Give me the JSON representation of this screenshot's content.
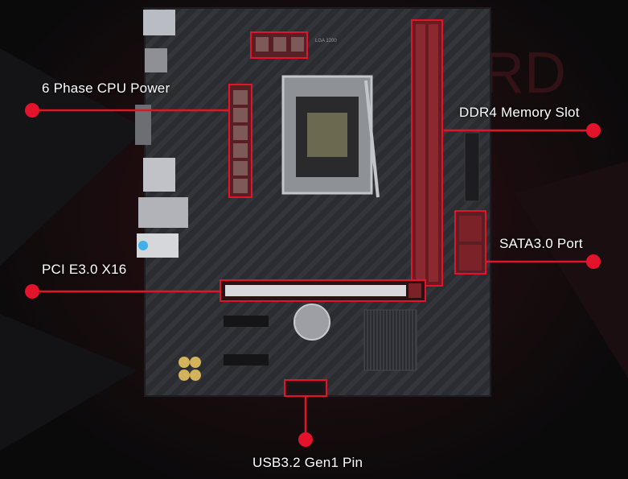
{
  "callouts": {
    "cpu_power": "6 Phase CPU Power",
    "memory_slot": "DDR4 Memory Slot",
    "sata": "SATA3.0 Port",
    "pcie": "PCI E3.0 X16",
    "usb": "USB3.2 Gen1 Pin"
  },
  "board_text": {
    "socket_label": "LGA 1200"
  },
  "colors": {
    "accent": "#e3132c",
    "board": "#2a2b2f",
    "slot": "#7a1d22"
  }
}
